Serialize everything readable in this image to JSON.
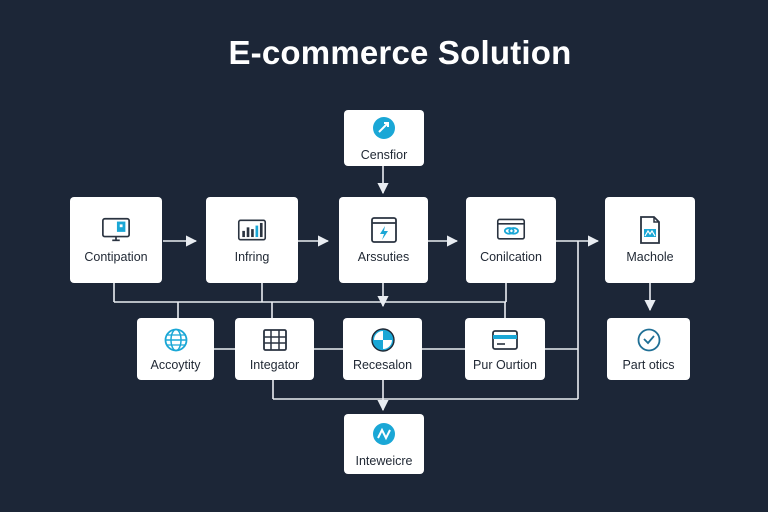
{
  "title": "E-commerce Solution",
  "nodes": {
    "censfior": "Censfior",
    "contipation": "Contipation",
    "infring": "Infring",
    "arssuties": "Arssuties",
    "conilcation": "Conilcation",
    "machole": "Machole",
    "accoytity": "Accoytity",
    "integator": "Integator",
    "recesalon": "Recesalon",
    "pur_ourtion": "Pur Ourtion",
    "part_otics": "Part otics",
    "inteweicre": "Inteweicre"
  },
  "colors": {
    "background": "#1c2637",
    "node": "#ffffff",
    "accent": "#1aa7d6",
    "line": "#e9edf2"
  }
}
